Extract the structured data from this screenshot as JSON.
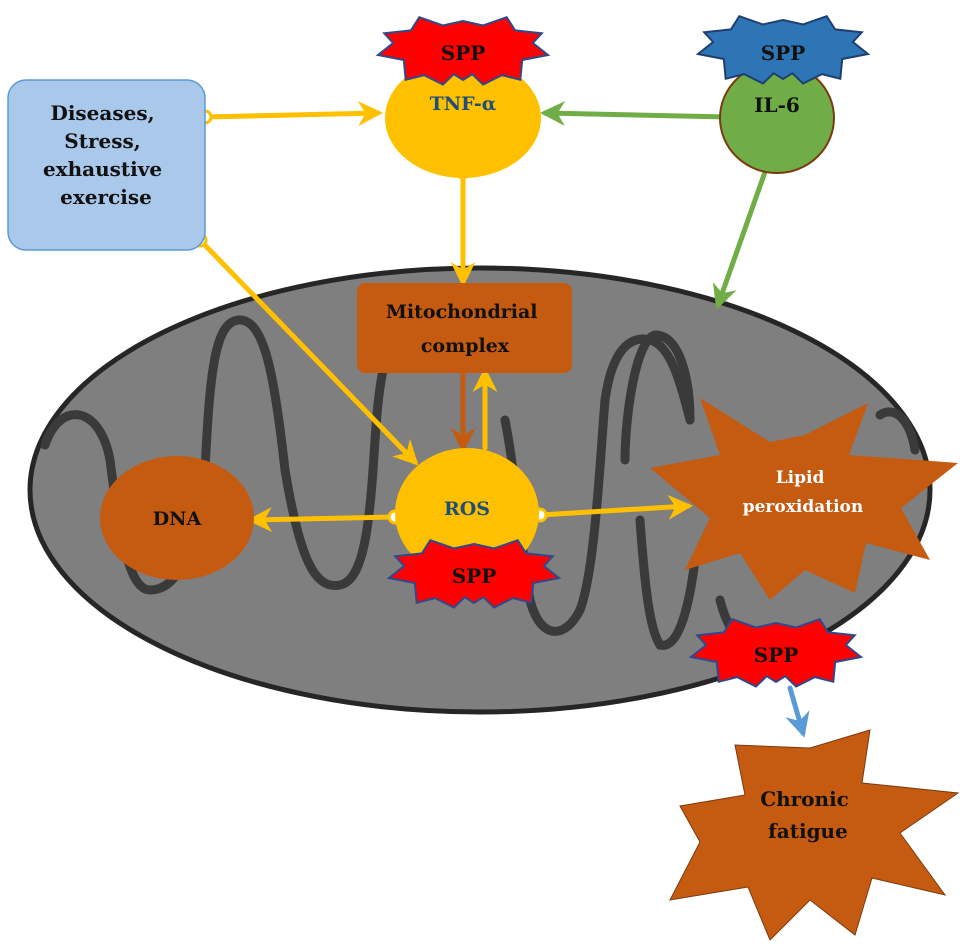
{
  "diagram": {
    "nodes": {
      "stressors": {
        "lines": [
          "Diseases,",
          "Stress,",
          "exhaustive",
          "exercise"
        ],
        "color": "#a9c8ea"
      },
      "tnf": {
        "label": "TNF-α",
        "color": "#ffc000"
      },
      "il6": {
        "label": "IL-6",
        "color": "#70ad47"
      },
      "mito_complex": {
        "lines": [
          "Mitochondrial",
          "complex"
        ],
        "color": "#c55a11"
      },
      "ros": {
        "label": "ROS",
        "color": "#ffc000"
      },
      "dna": {
        "label": "DNA",
        "color": "#c55a11"
      },
      "lipid": {
        "lines": [
          "Lipid",
          "peroxidation"
        ],
        "color": "#c55a11"
      },
      "fatigue": {
        "lines": [
          "Chronic",
          "fatigue"
        ],
        "color": "#c55a11"
      }
    },
    "spp_badges": {
      "tnf": {
        "label": "SPP",
        "color": "#ff0000"
      },
      "il6": {
        "label": "SPP",
        "color": "#2e75b6"
      },
      "ros": {
        "label": "SPP",
        "color": "#ff0000"
      },
      "lipid": {
        "label": "SPP",
        "color": "#ff0000"
      }
    },
    "mitochondrion": {
      "fill": "#7f7f7f",
      "stroke": "#262626",
      "cristae": "#3a3a3a"
    },
    "arrow_colors": {
      "yellow": "#ffc000",
      "green": "#70ad47",
      "brown": "#c55a11",
      "blue": "#5b9bd5"
    }
  }
}
